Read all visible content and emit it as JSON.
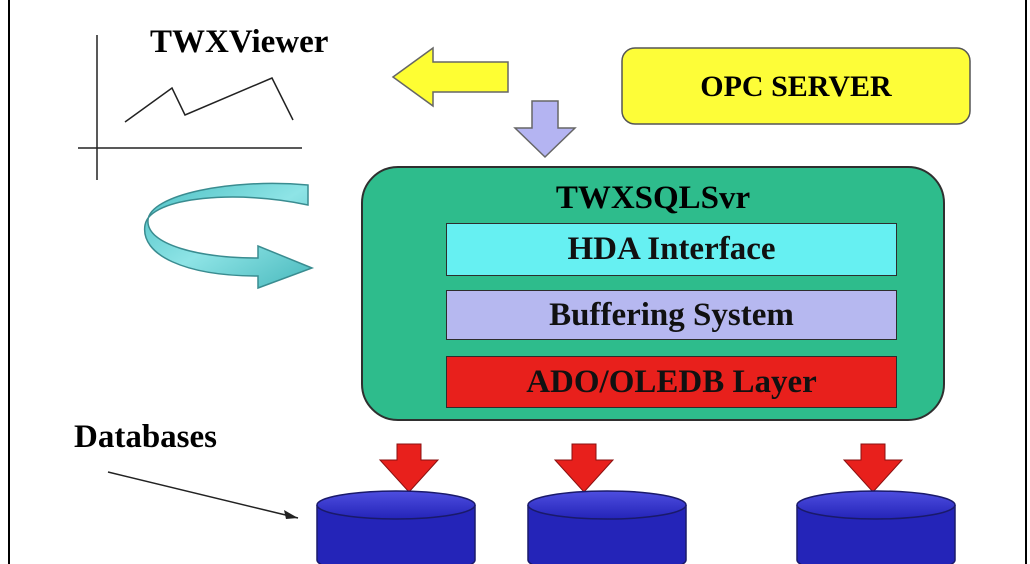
{
  "viewer": {
    "title": "TWXViewer"
  },
  "opc": {
    "label": "OPC SERVER"
  },
  "server": {
    "title": "TWXSQLSvr",
    "layers": [
      {
        "label": "HDA Interface",
        "color": "#66f0f2"
      },
      {
        "label": "Buffering System",
        "color": "#b6b8f0"
      },
      {
        "label": "ADO/OLEDB Layer",
        "color": "#e8201c"
      }
    ],
    "color": "#2ebc8c"
  },
  "databases": {
    "label": "Databases",
    "count": 3,
    "color": "#2424b8"
  },
  "colors": {
    "opc_box": "#fdfd38",
    "left_arrow": "#fefe33",
    "down_arrow": "#b4b4f2",
    "curved_arrow": "#56c8cc",
    "db_arrows": "#e8201c"
  }
}
